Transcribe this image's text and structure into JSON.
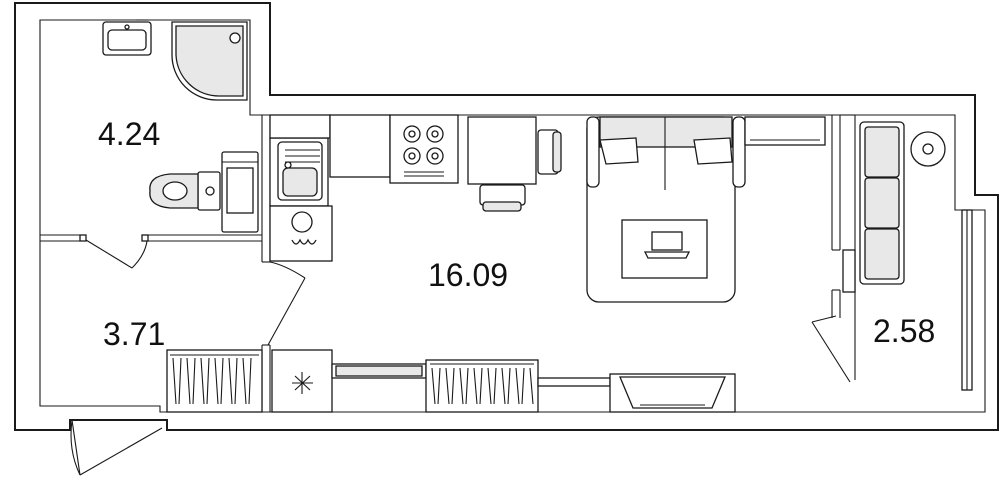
{
  "colors": {
    "wall": "#1a1a1a",
    "fixture_fill": "#e8e8e8",
    "background": "#ffffff"
  },
  "rooms": {
    "bathroom": {
      "area": "4.24"
    },
    "hallway": {
      "area": "3.71"
    },
    "living_room": {
      "area": "16.09"
    },
    "balcony": {
      "area": "2.58"
    }
  },
  "icons": [
    "sink-icon",
    "shower-icon",
    "toilet-icon",
    "washing-machine-icon",
    "kitchen-sink-icon",
    "cooktop-icon",
    "table-icon",
    "chair-icon",
    "sofa-icon",
    "pillow-icon",
    "rug-icon",
    "laptop-icon",
    "wardrobe-icon",
    "fridge-icon",
    "tv-stand-icon",
    "armchair-icon",
    "plant-icon"
  ]
}
